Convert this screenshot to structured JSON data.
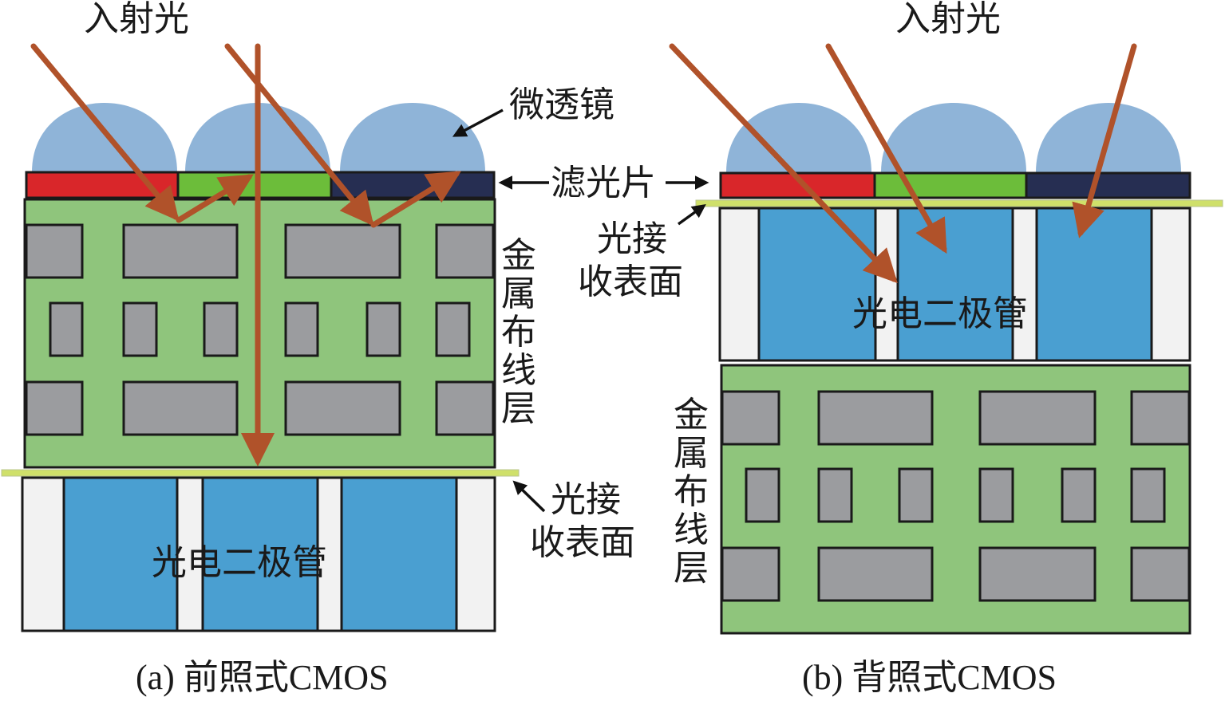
{
  "figure_a": {
    "caption": "(a) 前照式CMOS",
    "incident_light": "入射光",
    "microlens": "微透镜",
    "filter": "滤光片",
    "metal_layer": [
      "金",
      "属",
      "布",
      "线",
      "层"
    ],
    "receiving_surface": [
      "光接",
      "收表面"
    ],
    "photodiode": "光电二极管"
  },
  "figure_b": {
    "caption": "(b) 背照式CMOS",
    "incident_light": "入射光",
    "metal_layer": [
      "金",
      "属",
      "布",
      "线",
      "层"
    ],
    "receiving_surface": [
      "光接",
      "收表面"
    ],
    "photodiode": "光电二极管"
  },
  "colors": {
    "lens": "#8fb4d8",
    "filter_red": "#d9262a",
    "filter_green": "#6cbd3a",
    "filter_blue": "#262e52",
    "metal_bg": "#8fc57c",
    "metal_block": "#9b9c9f",
    "photodiode": "#4a9fd1",
    "isolation": "#f2f2f2",
    "surface_line": "#cfe06a",
    "ray": "#b0522a"
  }
}
